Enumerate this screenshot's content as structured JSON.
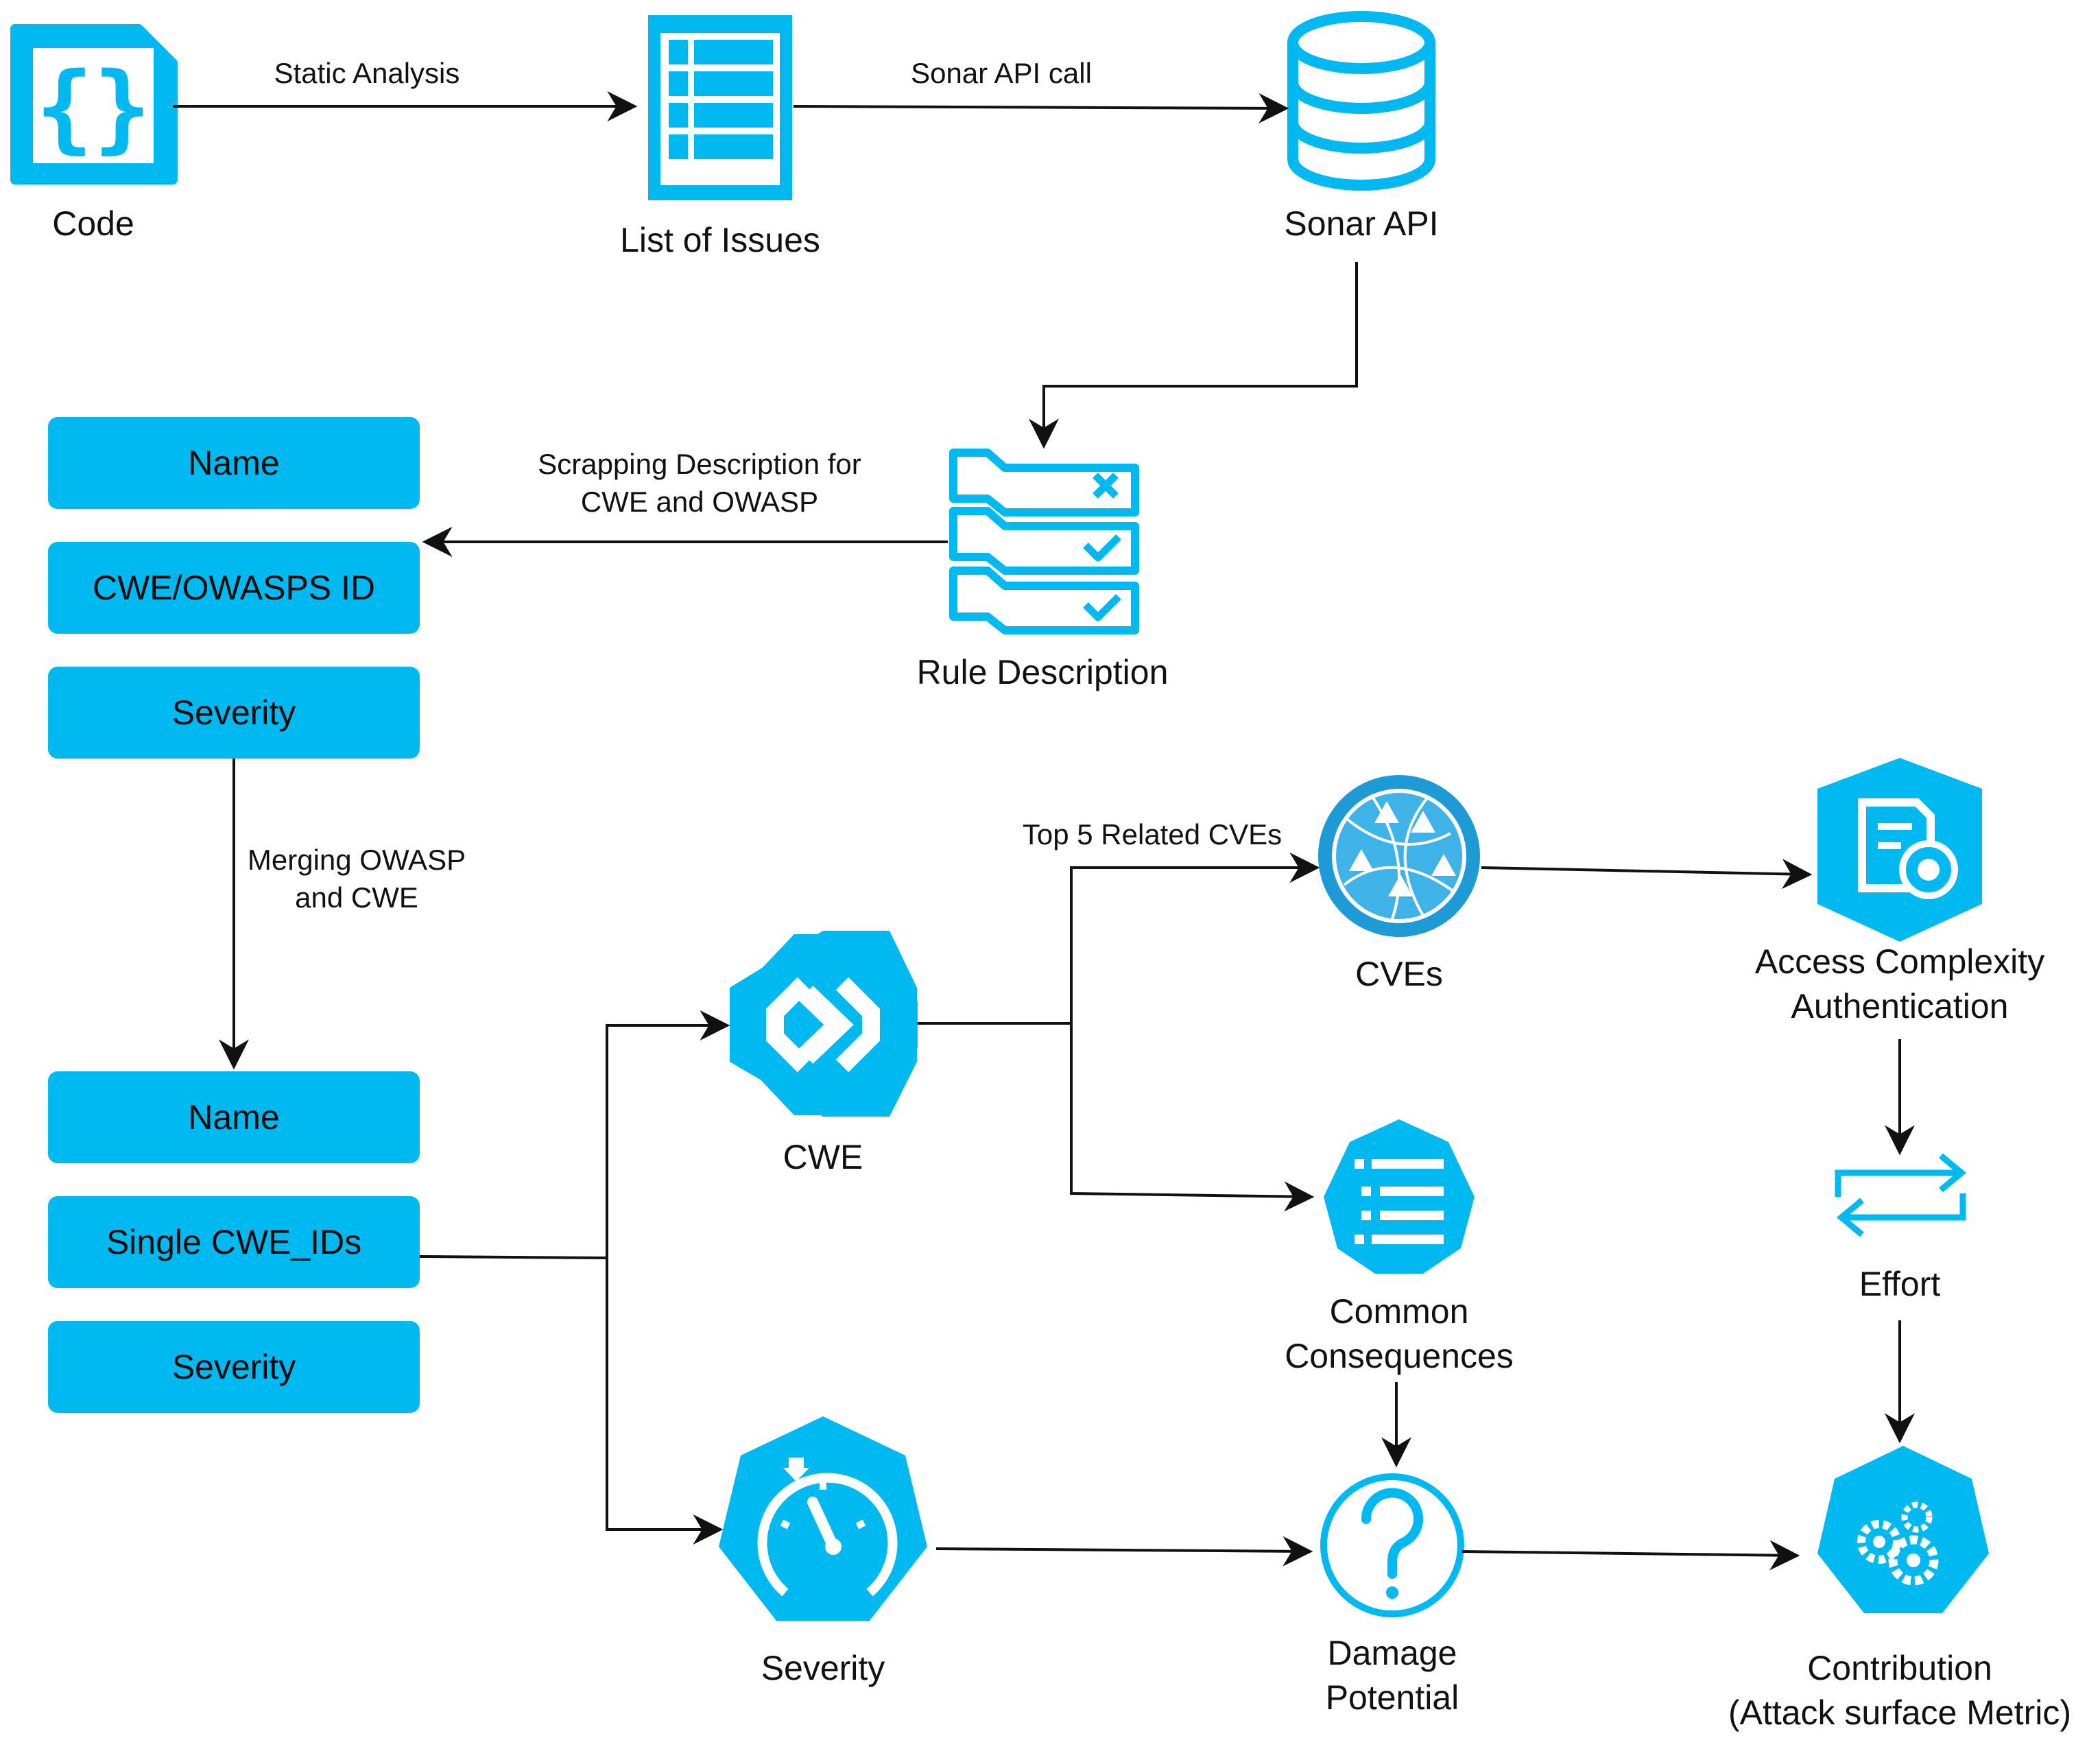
{
  "colors": {
    "accent": "#00b9f0",
    "accent_dark": "#1e9bd7",
    "line": "#111111"
  },
  "nodes": {
    "code": "Code",
    "list_of_issues": "List of Issues",
    "sonar_api": "Sonar API",
    "rule_description": "Rule Description",
    "cwe": "CWE",
    "severity": "Severity",
    "cves": "CVEs",
    "common_consequences": [
      "Common",
      "Consequences"
    ],
    "damage_potential": [
      "Damage",
      "Potential"
    ],
    "access_complexity": [
      "Access Complexity",
      "Authentication"
    ],
    "effort": "Effort",
    "contribution": [
      "Contribution",
      "(Attack surface Metric)"
    ]
  },
  "boxes_top": [
    "Name",
    "CWE/OWASPS ID",
    "Severity"
  ],
  "boxes_bottom": [
    "Name",
    "Single CWE_IDs",
    "Severity"
  ],
  "edges": {
    "static_analysis": "Static Analysis",
    "sonar_api_call": "Sonar API call",
    "scrapping": [
      "Scrapping Description for",
      "CWE and OWASP"
    ],
    "merging": [
      "Merging OWASP",
      "and CWE"
    ],
    "top5": "Top 5 Related CVEs"
  },
  "icons": {
    "code": "code-file-icon",
    "list": "list-icon",
    "sonar": "database-icon",
    "rules": "rule-checklist-icon",
    "cwe": "cwe-hexagon-icon",
    "severity": "speedometer-icon",
    "cves": "globe-warning-icon",
    "consequences": "list-heptagon-icon",
    "damage": "question-circle-icon",
    "access": "shield-certificate-icon",
    "effort": "exchange-arrows-icon",
    "contribution": "gears-heptagon-icon"
  }
}
